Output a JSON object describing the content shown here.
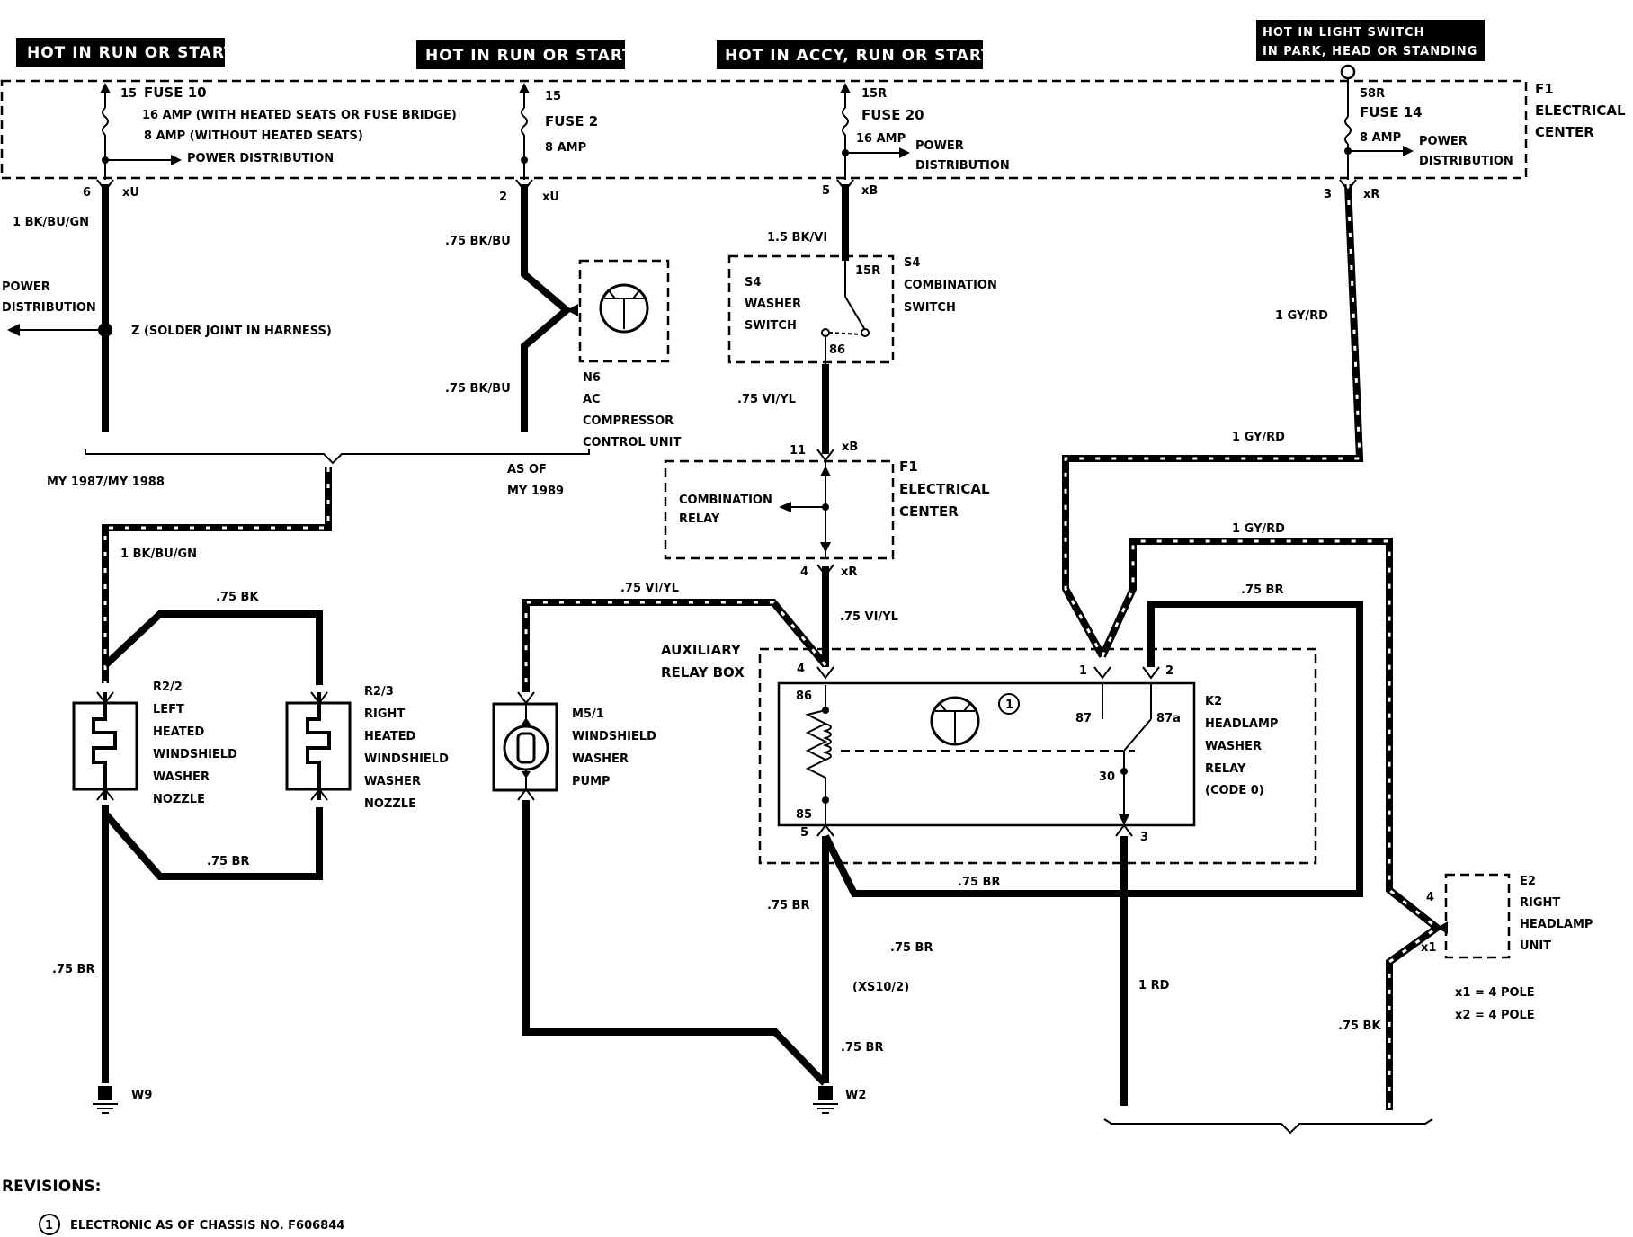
{
  "headers": {
    "h1": "HOT IN RUN OR START",
    "h2": "HOT IN RUN OR START",
    "h3": "HOT IN ACCY, RUN OR START",
    "h4_line1": "HOT IN LIGHT SWITCH",
    "h4_line2": "IN PARK, HEAD OR STANDING"
  },
  "fuse_box": {
    "f1_l1": "F1",
    "f1_l2": "ELECTRICAL",
    "f1_l3": "CENTER",
    "fuse10_pin": "15",
    "fuse10_name": "FUSE 10",
    "fuse10_a": "16 AMP (WITH HEATED SEATS OR FUSE BRIDGE)",
    "fuse10_b": "8 AMP (WITHOUT HEATED SEATS)",
    "fuse10_pd": "POWER DISTRIBUTION",
    "fuse2_pin": "15",
    "fuse2_name": "FUSE 2",
    "fuse2_amp": "8 AMP",
    "fuse20_pin": "15R",
    "fuse20_name": "FUSE 20",
    "fuse20_amp": "16 AMP",
    "fuse20_pd1": "POWER",
    "fuse20_pd2": "DISTRIBUTION",
    "fuse14_pin": "58R",
    "fuse14_name": "FUSE 14",
    "fuse14_amp": "8 AMP",
    "fuse14_pd1": "POWER",
    "fuse14_pd2": "DISTRIBUTION",
    "c6": "6",
    "c6x": "xU",
    "c2": "2",
    "c2x": "xU",
    "c5": "5",
    "c5x": "xB",
    "c3": "3",
    "c3x": "xR"
  },
  "left": {
    "w1": "1 BK/BU/GN",
    "pd1": "POWER",
    "pd2": "DISTRIBUTION",
    "z_label": "Z (SOLDER JOINT IN HARNESS)",
    "my": "MY 1987/MY 1988",
    "w2": "1 BK/BU/GN",
    "w3": ".75 BK",
    "w4": ".75 BR",
    "w5": ".75 BR",
    "gnd": "W9",
    "r22": [
      "R2/2",
      "LEFT",
      "HEATED",
      "WINDSHIELD",
      "WASHER",
      "NOZZLE"
    ],
    "r23": [
      "R2/3",
      "RIGHT",
      "HEATED",
      "WINDSHIELD",
      "WASHER",
      "NOZZLE"
    ]
  },
  "n6": {
    "w1": ".75 BK/BU",
    "w2": ".75 BK/BU",
    "asof1": "AS OF",
    "asof2": "MY 1989",
    "label": [
      "N6",
      "AC",
      "COMPRESSOR",
      "CONTROL UNIT"
    ]
  },
  "s4": {
    "w_in": "1.5 BK/VI",
    "pin_in": "15R",
    "pin_out": "86",
    "washer": [
      "S4",
      "WASHER",
      "SWITCH"
    ],
    "combo": [
      "S4",
      "COMBINATION",
      "SWITCH"
    ],
    "w_out": ".75 VI/YL"
  },
  "relay_center": {
    "pin11": "11",
    "pin11x": "xB",
    "label1": "COMBINATION",
    "label2": "RELAY",
    "f1": [
      "F1",
      "ELECTRICAL",
      "CENTER"
    ],
    "pin4": "4",
    "pin4x": "xR",
    "w_out": ".75 VI/YL",
    "w_pump": ".75 VI/YL"
  },
  "pump": {
    "label": [
      "M5/1",
      "WINDSHIELD",
      "WASHER",
      "PUMP"
    ],
    "w_gnd1": ".75 BR",
    "w_gnd2": ".75 BR",
    "w_gnd3": ".75 BR",
    "xs": "(XS10/2)",
    "gnd": "W2"
  },
  "aux": {
    "label1": "AUXILIARY",
    "label2": "RELAY BOX",
    "p4": "4",
    "p5": "5",
    "p1": "1",
    "p2": "2",
    "p3": "3",
    "t86": "86",
    "t85": "85",
    "t87": "87",
    "t87a": "87a",
    "t30": "30",
    "rev_mark": "1",
    "k2": [
      "K2",
      "HEADLAMP",
      "WASHER",
      "RELAY",
      "(CODE 0)"
    ],
    "w_br_loop": ".75 BR",
    "w_br_top": ".75 BR"
  },
  "right": {
    "w1": "1 GY/RD",
    "w2": "1 GY/RD",
    "w3": "1 GY/RD",
    "w_rd": "1 RD",
    "w_bk": ".75 BK",
    "e2": [
      "E2",
      "RIGHT",
      "HEADLAMP",
      "UNIT"
    ],
    "p4": "4",
    "x1": "x1",
    "note1": "x1 = 4 POLE",
    "note2": "x2 = 4 POLE"
  },
  "revisions": {
    "title": "REVISIONS:",
    "mark": "1",
    "text": "ELECTRONIC AS OF CHASSIS NO. F606844"
  }
}
